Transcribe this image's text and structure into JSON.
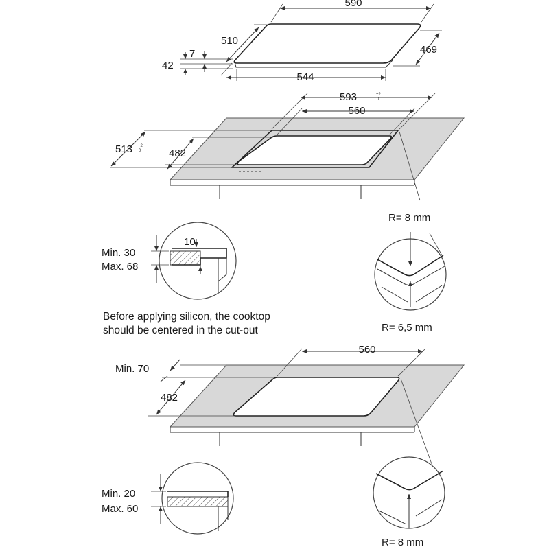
{
  "hob": {
    "width": "590",
    "depth": "510",
    "depth_inner": "469",
    "width_inner": "544",
    "glass_thickness": "7",
    "total_height": "42"
  },
  "cutout_upper": {
    "width_outer": "593",
    "width_outer_tol_plus": "+2",
    "width_outer_tol_zero": "0",
    "width_inner": "560",
    "depth_outer": "513",
    "depth_outer_tol_plus": "+2",
    "depth_outer_tol_zero": "0",
    "depth_inner": "482",
    "corner_radius": "R= 8 mm"
  },
  "detail_upper": {
    "min": "Min. 30",
    "max": "Max. 68",
    "recess": "10",
    "corner_radius": "R= 6,5 mm"
  },
  "note": {
    "line1": "Before applying silicon, the cooktop",
    "line2": "should be centered in the cut-out"
  },
  "cutout_lower": {
    "width": "560",
    "depth": "482",
    "min_edge": "Min. 70",
    "corner_radius": "R= 8 mm"
  },
  "detail_lower": {
    "min": "Min. 20",
    "max": "Max. 60"
  }
}
